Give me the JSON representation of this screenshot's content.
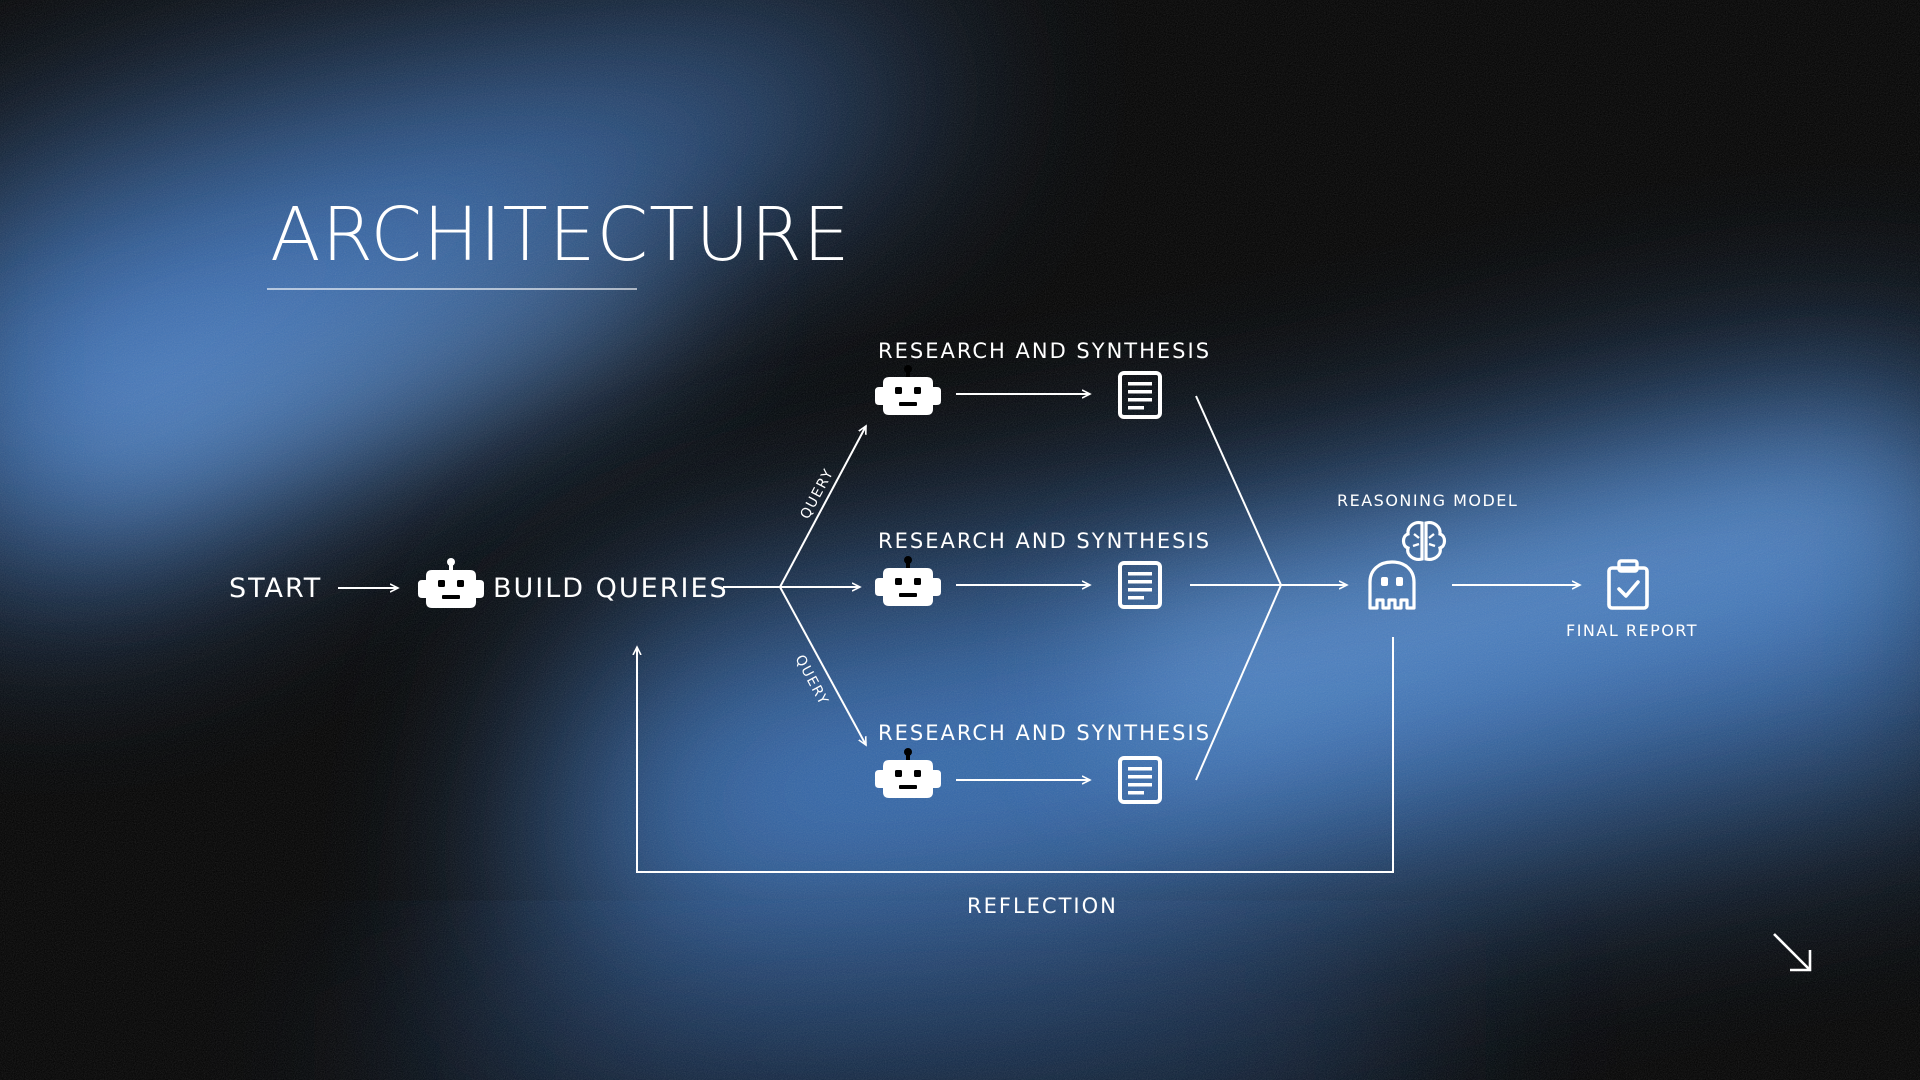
{
  "slide": {
    "title": "ARCHITECTURE"
  },
  "diagram": {
    "start_label": "START",
    "build_queries_label": "BUILD QUERIES",
    "research_labels": [
      "RESEARCH AND SYNTHESIS",
      "RESEARCH AND SYNTHESIS",
      "RESEARCH AND SYNTHESIS"
    ],
    "query_labels": [
      "QUERY",
      "QUERY"
    ],
    "reasoning_model_label": "REASONING MODEL",
    "final_report_label": "FINAL REPORT",
    "reflection_label": "REFLECTION"
  },
  "icons": {
    "robot": "robot-icon",
    "document": "document-icon",
    "brain": "brain-icon",
    "ghost_robot": "reasoning-robot-icon",
    "clipboard": "clipboard-check-icon",
    "corner_arrow": "arrow-down-right-icon"
  },
  "colors": {
    "background": "#000000",
    "glow": "#4a86cf",
    "foreground": "#ffffff"
  }
}
